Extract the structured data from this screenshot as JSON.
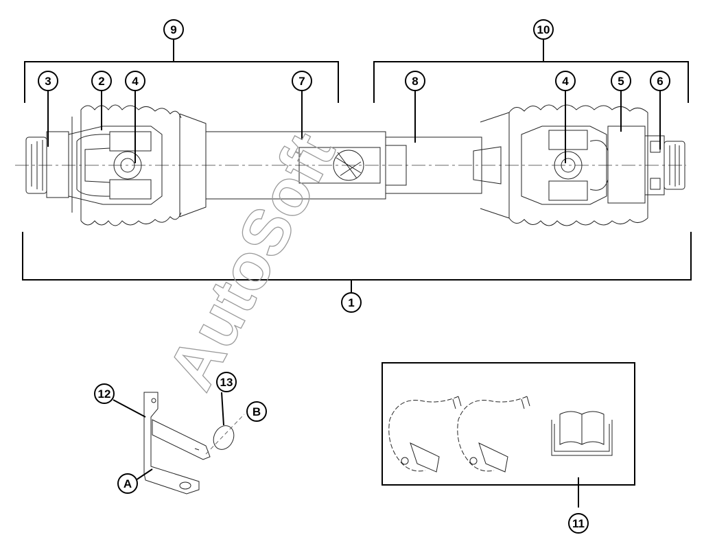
{
  "watermark": "AutoSoft",
  "callouts": {
    "c1": "1",
    "c2": "2",
    "c3": "3",
    "c4a": "4",
    "c4b": "4",
    "c5": "5",
    "c6": "6",
    "c7": "7",
    "c8": "8",
    "c9": "9",
    "c10": "10",
    "c11": "11",
    "c12": "12",
    "c13": "13",
    "cA": "A",
    "cB": "B"
  }
}
